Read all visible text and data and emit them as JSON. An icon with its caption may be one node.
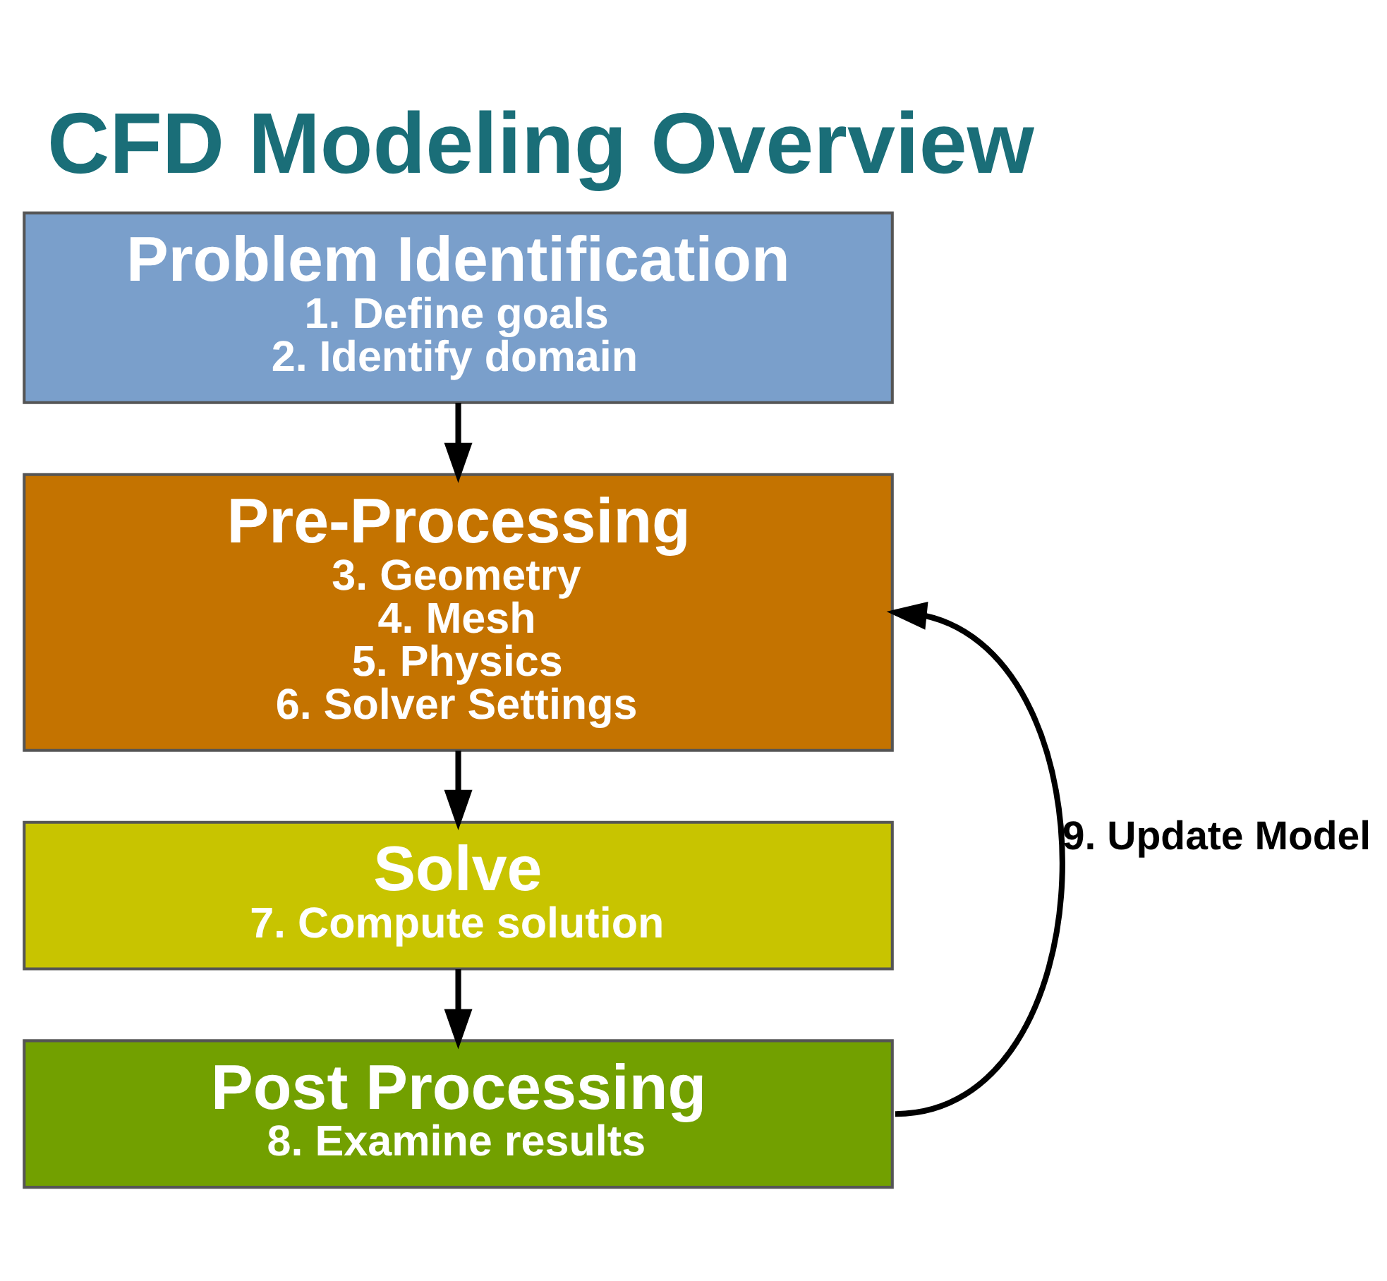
{
  "diagram": {
    "title": "CFD Modeling Overview",
    "nodes": [
      {
        "text": [
          "Problem Identification",
          "1. Define goals",
          "2. Identify domain"
        ]
      },
      {
        "text": [
          "Pre-Processing",
          "3. Geometry",
          "4. Mesh",
          "5. Physics",
          "6. Solver Settings"
        ]
      },
      {
        "text": [
          "Solve",
          "7. Compute solution"
        ]
      },
      {
        "text": [
          "Post Processing",
          "8. Examine results"
        ]
      }
    ],
    "edges": [
      {
        "from": 0,
        "to": 1,
        "arrow": "to"
      },
      {
        "from": 1,
        "to": 2,
        "arrow": "to"
      },
      {
        "from": 2,
        "to": 3,
        "arrow": "to"
      },
      {
        "from": 3,
        "to": 1,
        "arrow": "to",
        "label": "9. Update Model"
      }
    ]
  }
}
